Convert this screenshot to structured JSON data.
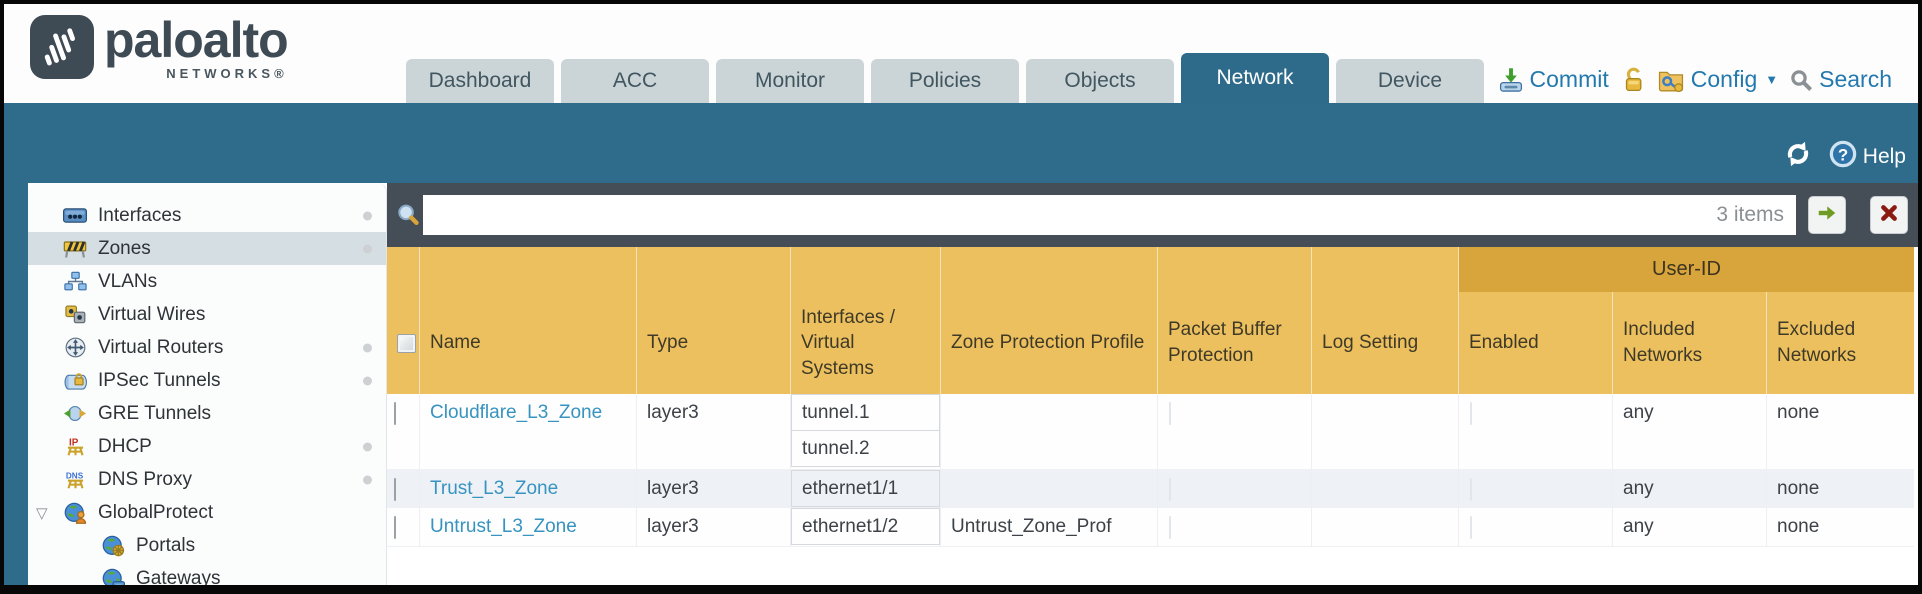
{
  "brand": {
    "name": "paloalto",
    "subtitle": "NETWORKS®"
  },
  "nav": {
    "tabs": [
      {
        "label": "Dashboard",
        "active": false
      },
      {
        "label": "ACC",
        "active": false
      },
      {
        "label": "Monitor",
        "active": false
      },
      {
        "label": "Policies",
        "active": false
      },
      {
        "label": "Objects",
        "active": false
      },
      {
        "label": "Network",
        "active": true
      },
      {
        "label": "Device",
        "active": false
      }
    ],
    "utilities": {
      "commit": "Commit",
      "config": "Config",
      "search": "Search"
    }
  },
  "band": {
    "help_label": "Help"
  },
  "sidebar": {
    "items": [
      {
        "label": "Interfaces",
        "icon": "interfaces",
        "dot": true
      },
      {
        "label": "Zones",
        "icon": "zones",
        "dot": true,
        "selected": true
      },
      {
        "label": "VLANs",
        "icon": "vlans"
      },
      {
        "label": "Virtual Wires",
        "icon": "virtual-wires"
      },
      {
        "label": "Virtual Routers",
        "icon": "virtual-routers",
        "dot": true
      },
      {
        "label": "IPSec Tunnels",
        "icon": "ipsec-tunnels",
        "dot": true
      },
      {
        "label": "GRE Tunnels",
        "icon": "gre-tunnels"
      },
      {
        "label": "DHCP",
        "icon": "dhcp",
        "dot": true
      },
      {
        "label": "DNS Proxy",
        "icon": "dns-proxy",
        "dot": true
      },
      {
        "label": "GlobalProtect",
        "icon": "globalprotect",
        "expanded": true
      },
      {
        "label": "Portals",
        "icon": "portals",
        "child": true
      },
      {
        "label": "Gateways",
        "icon": "gateways",
        "child": true
      }
    ]
  },
  "toolbar": {
    "search_value": "",
    "items_count": "3 items"
  },
  "table": {
    "group_header": "User-ID",
    "columns": [
      "",
      "Name",
      "Type",
      "Interfaces / Virtual Systems",
      "Zone Protection Profile",
      "Packet Buffer Protection",
      "Log Setting",
      "Enabled",
      "Included Networks",
      "Excluded Networks"
    ],
    "rows": [
      {
        "name": "Cloudflare_L3_Zone",
        "type": "layer3",
        "interfaces": [
          "tunnel.1",
          "tunnel.2"
        ],
        "zone_protection_profile": "",
        "packet_buffer_protection": false,
        "log_setting": "",
        "user_id_enabled": false,
        "included_networks": "any",
        "excluded_networks": "none"
      },
      {
        "name": "Trust_L3_Zone",
        "type": "layer3",
        "interfaces": [
          "ethernet1/1"
        ],
        "zone_protection_profile": "",
        "packet_buffer_protection": false,
        "log_setting": "",
        "user_id_enabled": false,
        "included_networks": "any",
        "excluded_networks": "none"
      },
      {
        "name": "Untrust_L3_Zone",
        "type": "layer3",
        "interfaces": [
          "ethernet1/2"
        ],
        "zone_protection_profile": "Untrust_Zone_Prof",
        "packet_buffer_protection": false,
        "log_setting": "",
        "user_id_enabled": false,
        "included_networks": "any",
        "excluded_networks": "none"
      }
    ]
  },
  "colors": {
    "accent_teal": "#2f6c8c",
    "toolbar_dark": "#454d57",
    "header_gold": "#edc05f",
    "group_gold": "#d8a43c",
    "link_blue": "#3793c0",
    "utility_blue": "#2379ae"
  }
}
